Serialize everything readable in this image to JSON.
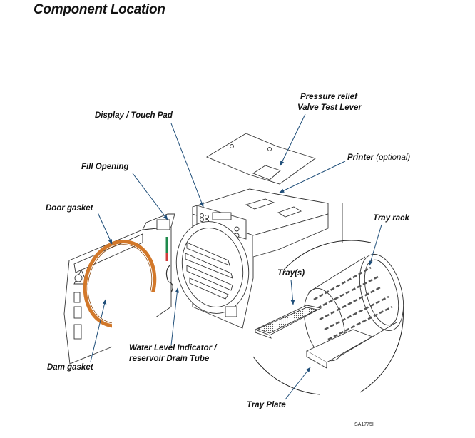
{
  "title": "Component Location",
  "labels": {
    "pressure_relief_line1": "Pressure relief",
    "pressure_relief_line2": "Valve Test Lever",
    "display": "Display / Touch Pad",
    "printer": "Printer",
    "printer_note": "(optional)",
    "fill_opening": "Fill Opening",
    "tray_rack": "Tray rack",
    "door_gasket": "Door gasket",
    "trays": "Tray(s)",
    "water_level_line1": "Water Level Indicator /",
    "water_level_line2": "reservoir  Drain Tube",
    "dam_gasket": "Dam gasket",
    "tray_plate": "Tray Plate"
  },
  "figure_code": "SA1775I",
  "colors": {
    "arrow": "#1f4e79",
    "gasket": "#d2782a",
    "indicator_green": "#1f8a4c",
    "indicator_red": "#d23b3b"
  }
}
